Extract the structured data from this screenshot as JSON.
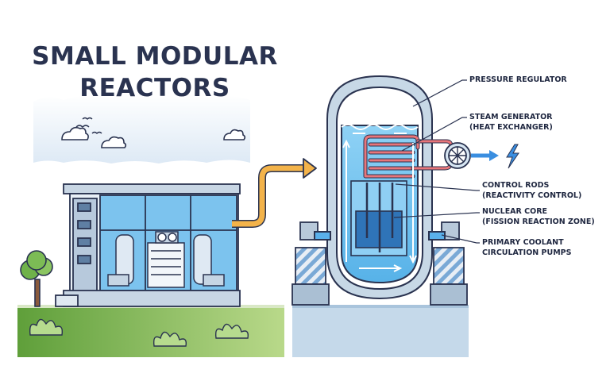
{
  "title": {
    "line1": "SMALL MODULAR",
    "line2": "REACTORS"
  },
  "labels": {
    "pressure_regulator": "PRESSURE REGULATOR",
    "steam_generator": {
      "line1": "STEAM GENERATOR",
      "line2": "(HEAT EXCHANGER)"
    },
    "control_rods": {
      "line1": "CONTROL RODS",
      "line2": "(REACTIVITY CONTROL)"
    },
    "nuclear_core": {
      "line1": "NUCLEAR CORE",
      "line2": "(FISSION REACTION ZONE)"
    },
    "coolant_pumps": {
      "line1": "PRIMARY COOLANT",
      "line2": "CIRCULATION PUMPS"
    }
  },
  "colors": {
    "title": "#2a3350",
    "outline": "#2a3350",
    "water": "#3fa7e0",
    "glass": "#7cc3ee",
    "steam_pipe": "#e8767a",
    "arrow": "#f3b34a",
    "grass": "#8dc15a",
    "vessel": "#c7d8e6",
    "electric": "#3a8ee0"
  },
  "icons": [
    "cloud-icon",
    "bird-icon",
    "tree-icon",
    "bush-icon",
    "fan-icon",
    "lightning-bolt-icon",
    "arrow-icon"
  ]
}
